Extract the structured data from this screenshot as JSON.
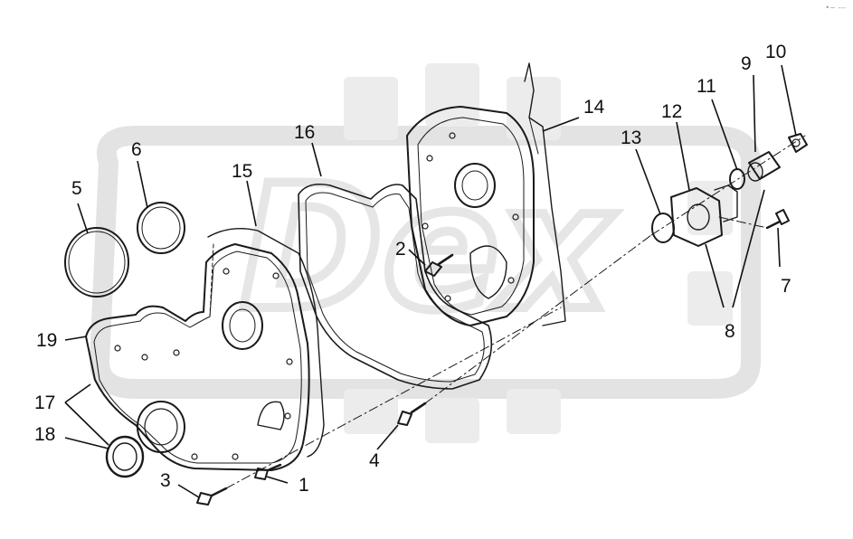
{
  "colors": {
    "line": "#1a1a1a",
    "watermark": "#e6e6e6",
    "background": "#ffffff"
  },
  "watermark": {
    "text": "Dex"
  },
  "corner_mark": "•~ ---",
  "callouts": [
    "1",
    "2",
    "3",
    "4",
    "5",
    "6",
    "7",
    "8",
    "9",
    "10",
    "11",
    "12",
    "13",
    "14",
    "15",
    "16",
    "17",
    "18",
    "19"
  ]
}
